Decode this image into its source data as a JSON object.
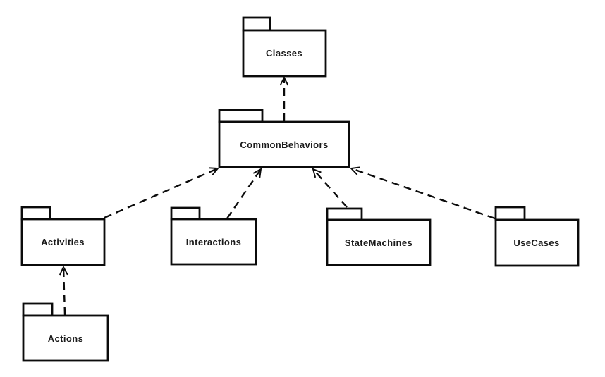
{
  "diagram": {
    "kind": "uml-package-dependency-diagram",
    "background_color": "#ffffff",
    "line_color": "#0b0b0b",
    "package_fill_color": "#ffffff",
    "label_color": "#1a1a1a"
  },
  "packages": [
    {
      "id": "classes",
      "label": "Classes"
    },
    {
      "id": "common-behaviors",
      "label": "CommonBehaviors"
    },
    {
      "id": "activities",
      "label": "Activities"
    },
    {
      "id": "interactions",
      "label": "Interactions"
    },
    {
      "id": "state-machines",
      "label": "StateMachines"
    },
    {
      "id": "use-cases",
      "label": "UseCases"
    },
    {
      "id": "actions",
      "label": "Actions"
    }
  ],
  "dependencies": [
    {
      "from": "CommonBehaviors",
      "to": "Classes",
      "style": "dashed-open-arrow"
    },
    {
      "from": "Activities",
      "to": "CommonBehaviors",
      "style": "dashed-open-arrow"
    },
    {
      "from": "Interactions",
      "to": "CommonBehaviors",
      "style": "dashed-open-arrow"
    },
    {
      "from": "StateMachines",
      "to": "CommonBehaviors",
      "style": "dashed-open-arrow"
    },
    {
      "from": "UseCases",
      "to": "CommonBehaviors",
      "style": "dashed-open-arrow"
    },
    {
      "from": "Actions",
      "to": "Activities",
      "style": "dashed-open-arrow"
    }
  ]
}
